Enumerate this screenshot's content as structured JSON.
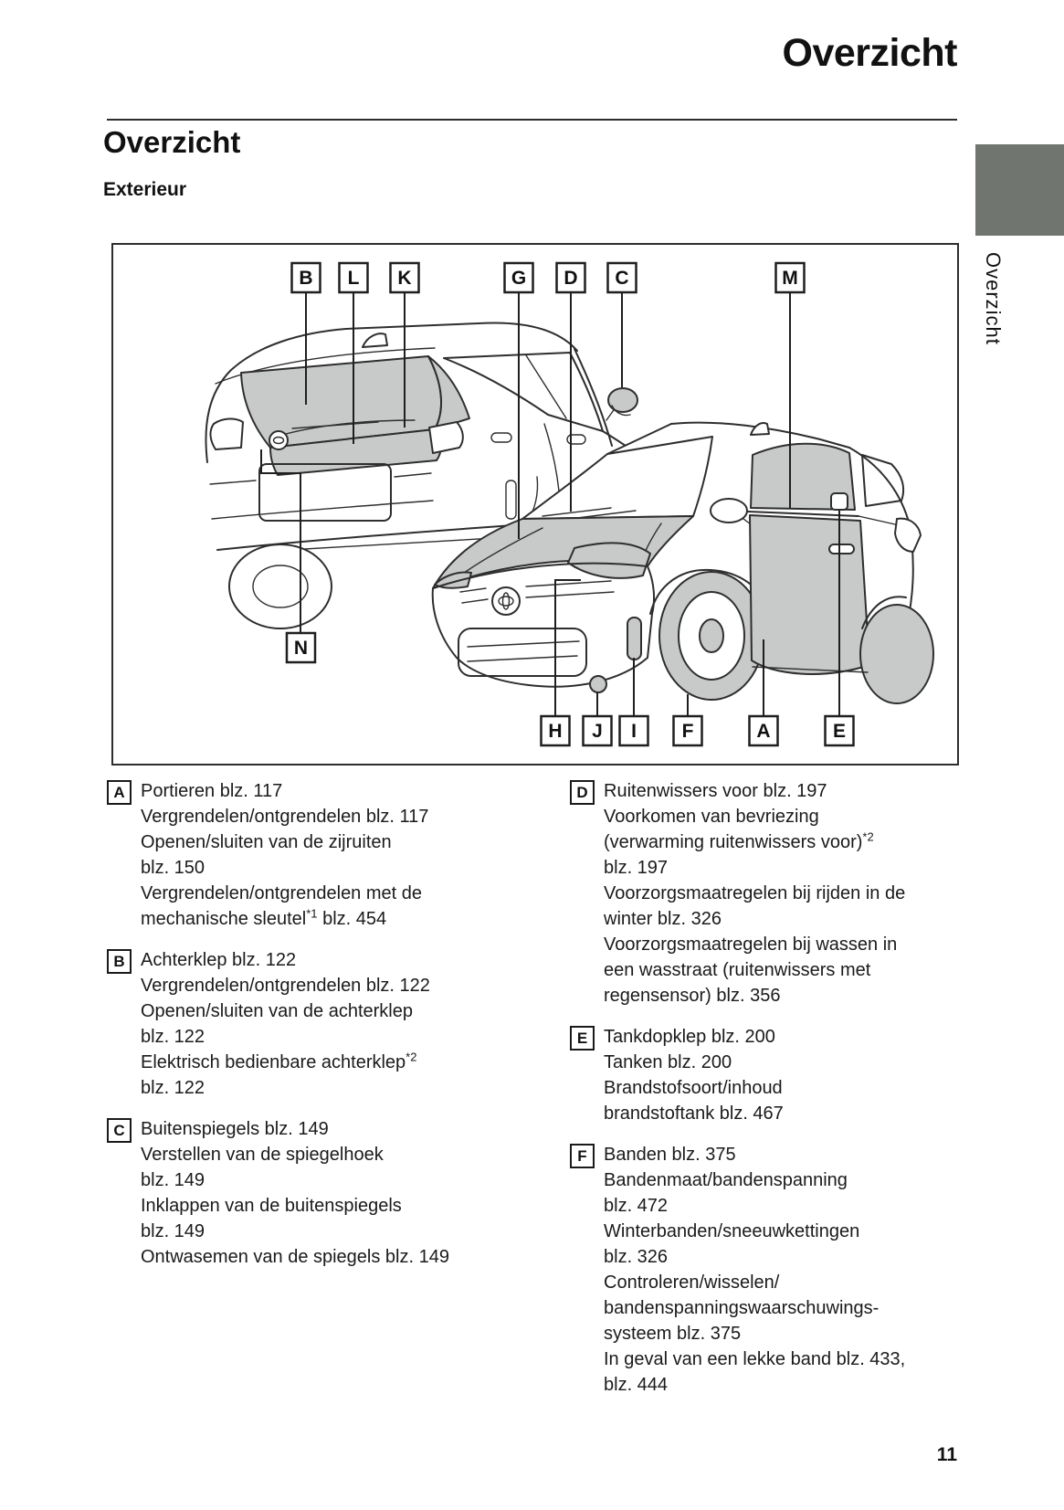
{
  "page": {
    "header_title": "Overzicht",
    "section_title": "Overzicht",
    "subsection_title": "Exterieur",
    "side_tab_label": "Overzicht",
    "page_number": "11"
  },
  "diagram": {
    "top_labels": [
      "B",
      "L",
      "K",
      "G",
      "D",
      "C",
      "M"
    ],
    "bottom_labels": [
      "H",
      "J",
      "I",
      "F",
      "A",
      "E"
    ],
    "side_label": "N"
  },
  "legend": {
    "left_column": [
      {
        "key": "A",
        "lines": [
          "Portieren blz. 117",
          "Vergrendelen/ontgrendelen blz. 117",
          "Openen/sluiten van de zijruiten",
          "blz. 150",
          "Vergrendelen/ontgrendelen met de",
          "mechanische sleutel^{*1} blz. 454"
        ]
      },
      {
        "key": "B",
        "lines": [
          "Achterklep blz. 122",
          "Vergrendelen/ontgrendelen blz. 122",
          "Openen/sluiten van de achterklep",
          "blz. 122",
          "Elektrisch bedienbare achterklep^{*2}",
          "blz. 122"
        ]
      },
      {
        "key": "C",
        "lines": [
          "Buitenspiegels blz. 149",
          "Verstellen van de spiegelhoek",
          "blz. 149",
          "Inklappen van de buitenspiegels",
          "blz. 149",
          "Ontwasemen van de spiegels blz. 149"
        ]
      }
    ],
    "right_column": [
      {
        "key": "D",
        "lines": [
          "Ruitenwissers voor blz. 197",
          "Voorkomen van bevriezing",
          "(verwarming ruitenwissers voor)^{*2}",
          "blz. 197",
          "Voorzorgsmaatregelen bij rijden in de",
          "winter blz. 326",
          "Voorzorgsmaatregelen bij wassen in",
          "een wasstraat (ruitenwissers met",
          "regensensor) blz. 356"
        ]
      },
      {
        "key": "E",
        "lines": [
          "Tankdopklep blz. 200",
          "Tanken blz. 200",
          "Brandstofsoort/inhoud",
          "brandstoftank blz. 467"
        ]
      },
      {
        "key": "F",
        "lines": [
          "Banden blz. 375",
          "Bandenmaat/bandenspanning",
          "blz. 472",
          "Winterbanden/sneeuwkettingen",
          "blz. 326",
          "Controleren/wisselen/",
          "bandenspanningswaarschuwings-",
          "systeem blz. 375",
          "In geval van een lekke band blz. 433,",
          "blz. 444"
        ]
      }
    ]
  },
  "colors": {
    "tab_gray": "#70756f",
    "car_shade": "#c7cac8",
    "line": "#2d2d2d",
    "text": "#1a1a1a"
  }
}
